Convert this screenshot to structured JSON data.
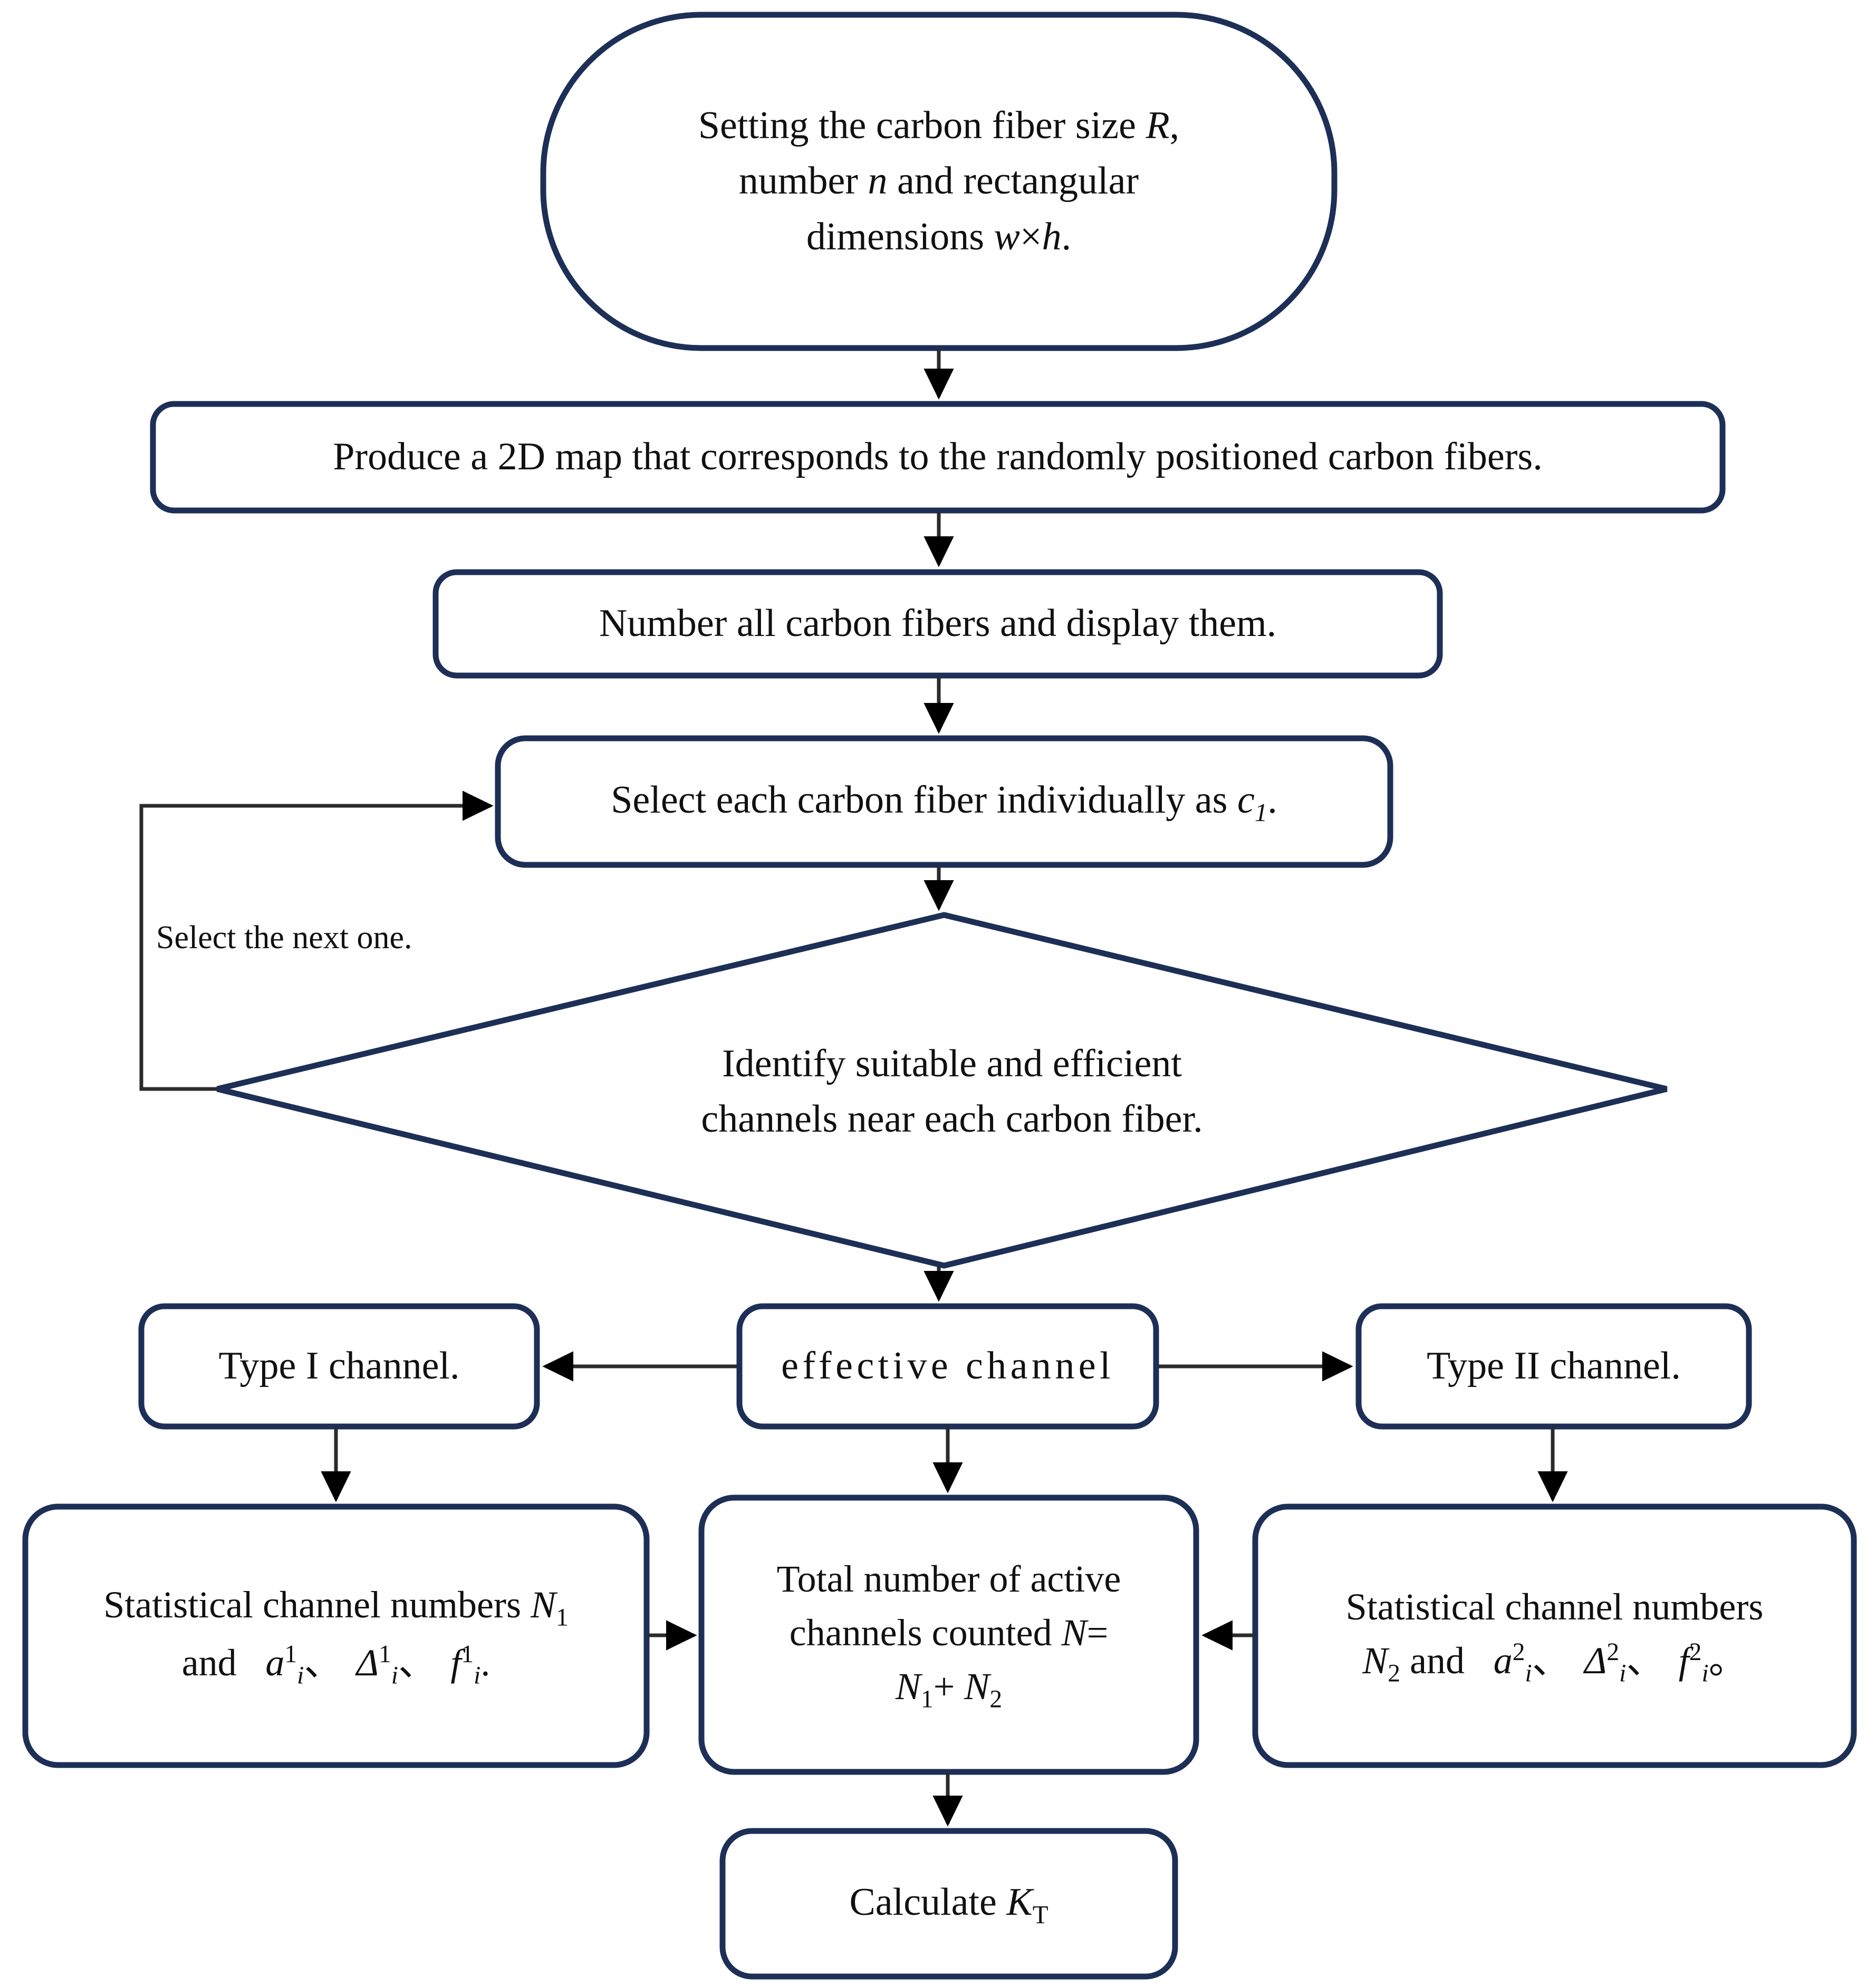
{
  "diagram": {
    "title_present": false,
    "stroke_color": "#1d2f56",
    "connector_color": "#2b2b2b",
    "text_color": "#101010",
    "background": "#ffffff",
    "nodes": [
      {
        "id": "start",
        "shape": "stadium",
        "lines": [
          "Setting the carbon fiber size R,",
          "number n and rectangular",
          "dimensions w×h."
        ]
      },
      {
        "id": "produce-map",
        "shape": "rounded-rect",
        "lines": [
          "Produce a 2D map that corresponds to the randomly positioned carbon fibers."
        ]
      },
      {
        "id": "number-fibers",
        "shape": "rounded-rect",
        "lines": [
          "Number all carbon fibers and display them."
        ]
      },
      {
        "id": "select-fiber",
        "shape": "rounded-rect",
        "lines": [
          "Select each carbon fiber individually as c₁."
        ]
      },
      {
        "id": "identify-channels",
        "shape": "diamond",
        "lines": [
          "Identify suitable and efficient",
          "channels near each carbon fiber."
        ]
      },
      {
        "id": "type-i",
        "shape": "rounded-rect",
        "lines": [
          "Type I channel."
        ]
      },
      {
        "id": "effective-channel",
        "shape": "rounded-rect",
        "lines": [
          "effective channel"
        ]
      },
      {
        "id": "type-ii",
        "shape": "rounded-rect",
        "lines": [
          "Type II channel."
        ]
      },
      {
        "id": "stats-n1",
        "shape": "rounded-rect",
        "lines": [
          "Statistical channel numbers N₁",
          "and  a¹ᵢ、 Δ¹ᵢ、 f¹ᵢ."
        ]
      },
      {
        "id": "total-n",
        "shape": "rounded-rect",
        "lines": [
          "Total number of active",
          "channels counted N=",
          "N₁+ N₂"
        ]
      },
      {
        "id": "stats-n2",
        "shape": "rounded-rect",
        "lines": [
          "Statistical channel numbers",
          "N₂ and  a²ᵢ、 Δ²ᵢ、 f²ᵢ。"
        ]
      },
      {
        "id": "calculate-kt",
        "shape": "rounded-rect",
        "lines": [
          "Calculate Kᴛ"
        ]
      }
    ],
    "edge_labels": [
      {
        "id": "loop-back",
        "text": "Select the next one."
      }
    ],
    "node_text": {
      "start_l1_a": "Setting the carbon fiber size ",
      "start_l1_var": "R",
      "start_l1_b": ",",
      "start_l2_a": "number ",
      "start_l2_var": "n",
      "start_l2_b": " and rectangular",
      "start_l3_a": "dimensions ",
      "start_l3_var1": "w",
      "start_l3_times": "×",
      "start_l3_var2": "h",
      "start_l3_b": ".",
      "produce_map": "Produce a 2D map that corresponds to the randomly positioned carbon fibers.",
      "number_fibers": "Number all carbon fibers and display them.",
      "select_fiber_a": "Select each carbon fiber individually as ",
      "select_fiber_var": "c",
      "select_fiber_sub": "1",
      "select_fiber_b": ".",
      "identify_l1": "Identify suitable and efficient",
      "identify_l2": "channels near each carbon fiber.",
      "type_i": "Type I channel.",
      "effective_channel": "effective  channel",
      "type_ii": "Type II channel.",
      "stats_n1_l1_a": "Statistical channel numbers ",
      "stats_n1_l1_var": "N",
      "stats_n1_l1_sub": "1",
      "stats_n1_l2_and": "and",
      "stats_n1_a": "a",
      "stats_n1_a_sup": "1",
      "stats_n1_a_sub": "i",
      "stats_n1_sep1": "、",
      "stats_n1_delta": "Δ",
      "stats_n1_delta_sup": "1",
      "stats_n1_delta_sub": "i",
      "stats_n1_sep2": "、",
      "stats_n1_f": "f",
      "stats_n1_f_sup": "1",
      "stats_n1_f_sub": "i",
      "stats_n1_end": ".",
      "total_l1": "Total number of active",
      "total_l2_a": "channels counted ",
      "total_l2_var": "N",
      "total_l2_b": "=",
      "total_l3_n1": "N",
      "total_l3_n1_sub": "1",
      "total_l3_plus": "+ ",
      "total_l3_n2": "N",
      "total_l3_n2_sub": "2",
      "stats_n2_l1": "Statistical channel numbers",
      "stats_n2_l2_var": "N",
      "stats_n2_l2_sub": "2",
      "stats_n2_l2_and": " and",
      "stats_n2_a": "a",
      "stats_n2_a_sup": "2",
      "stats_n2_a_sub": "i",
      "stats_n2_sep1": "、",
      "stats_n2_delta": "Δ",
      "stats_n2_delta_sup": "2",
      "stats_n2_delta_sub": "i",
      "stats_n2_sep2": "、",
      "stats_n2_f": "f",
      "stats_n2_f_sup": "2",
      "stats_n2_f_sub": "i",
      "stats_n2_end": "。",
      "calculate_a": "Calculate ",
      "calculate_var": "K",
      "calculate_sub": "T",
      "loop_label": "Select the next one."
    }
  }
}
